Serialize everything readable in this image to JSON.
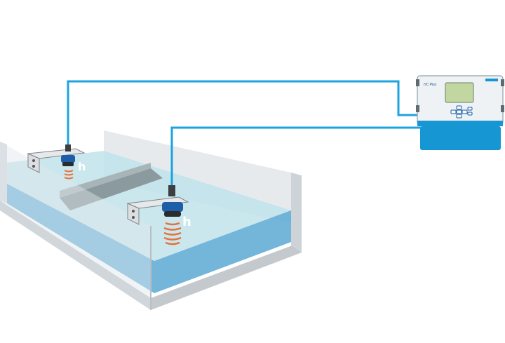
{
  "diagram": {
    "sensor_labels": [
      "h",
      "h"
    ],
    "controller": {
      "model_text": "HC Plus"
    },
    "colors": {
      "cable": "#1ba3df",
      "water_light": "#bfe3ea",
      "water_deep": "#5aa9d3",
      "channel_wall": "#dfe3e6",
      "controller_body": "#eef2f5",
      "controller_base": "#1796d4",
      "display": "#c2d6a2",
      "sound_wave": "#e8703a",
      "sensor_ring": "#1d5ea8"
    }
  }
}
